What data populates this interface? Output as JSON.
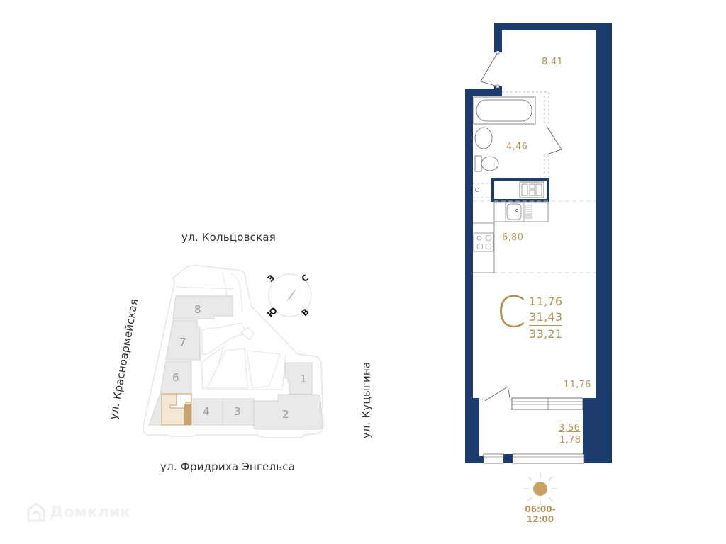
{
  "map": {
    "streets": {
      "north": "ул. Кольцовская",
      "west": "ул. Красноармейская",
      "east": "ул. Куцыгина",
      "south": "ул. Фридриха Энгельса"
    },
    "buildings": [
      "1",
      "2",
      "3",
      "4",
      "6",
      "7",
      "8"
    ],
    "compass": {
      "north": "С",
      "east": "В",
      "south": "Ю",
      "west": "З"
    }
  },
  "plan": {
    "rooms": {
      "hallway": "8,41",
      "bathroom": "4,46",
      "kitchen": "6,80",
      "living": "11,76",
      "balcony_full": "3,56",
      "balcony_reduced": "1,78"
    },
    "summary": {
      "type_letter": "С",
      "living_area": "11,76",
      "total_area": "31,43",
      "total_with_balcony": "33,21"
    },
    "colors": {
      "wall": "#1d3c6e",
      "accent": "#b39358"
    }
  },
  "sun": {
    "hours": "06:00-12:00"
  },
  "watermark": {
    "label": "Домклик"
  }
}
